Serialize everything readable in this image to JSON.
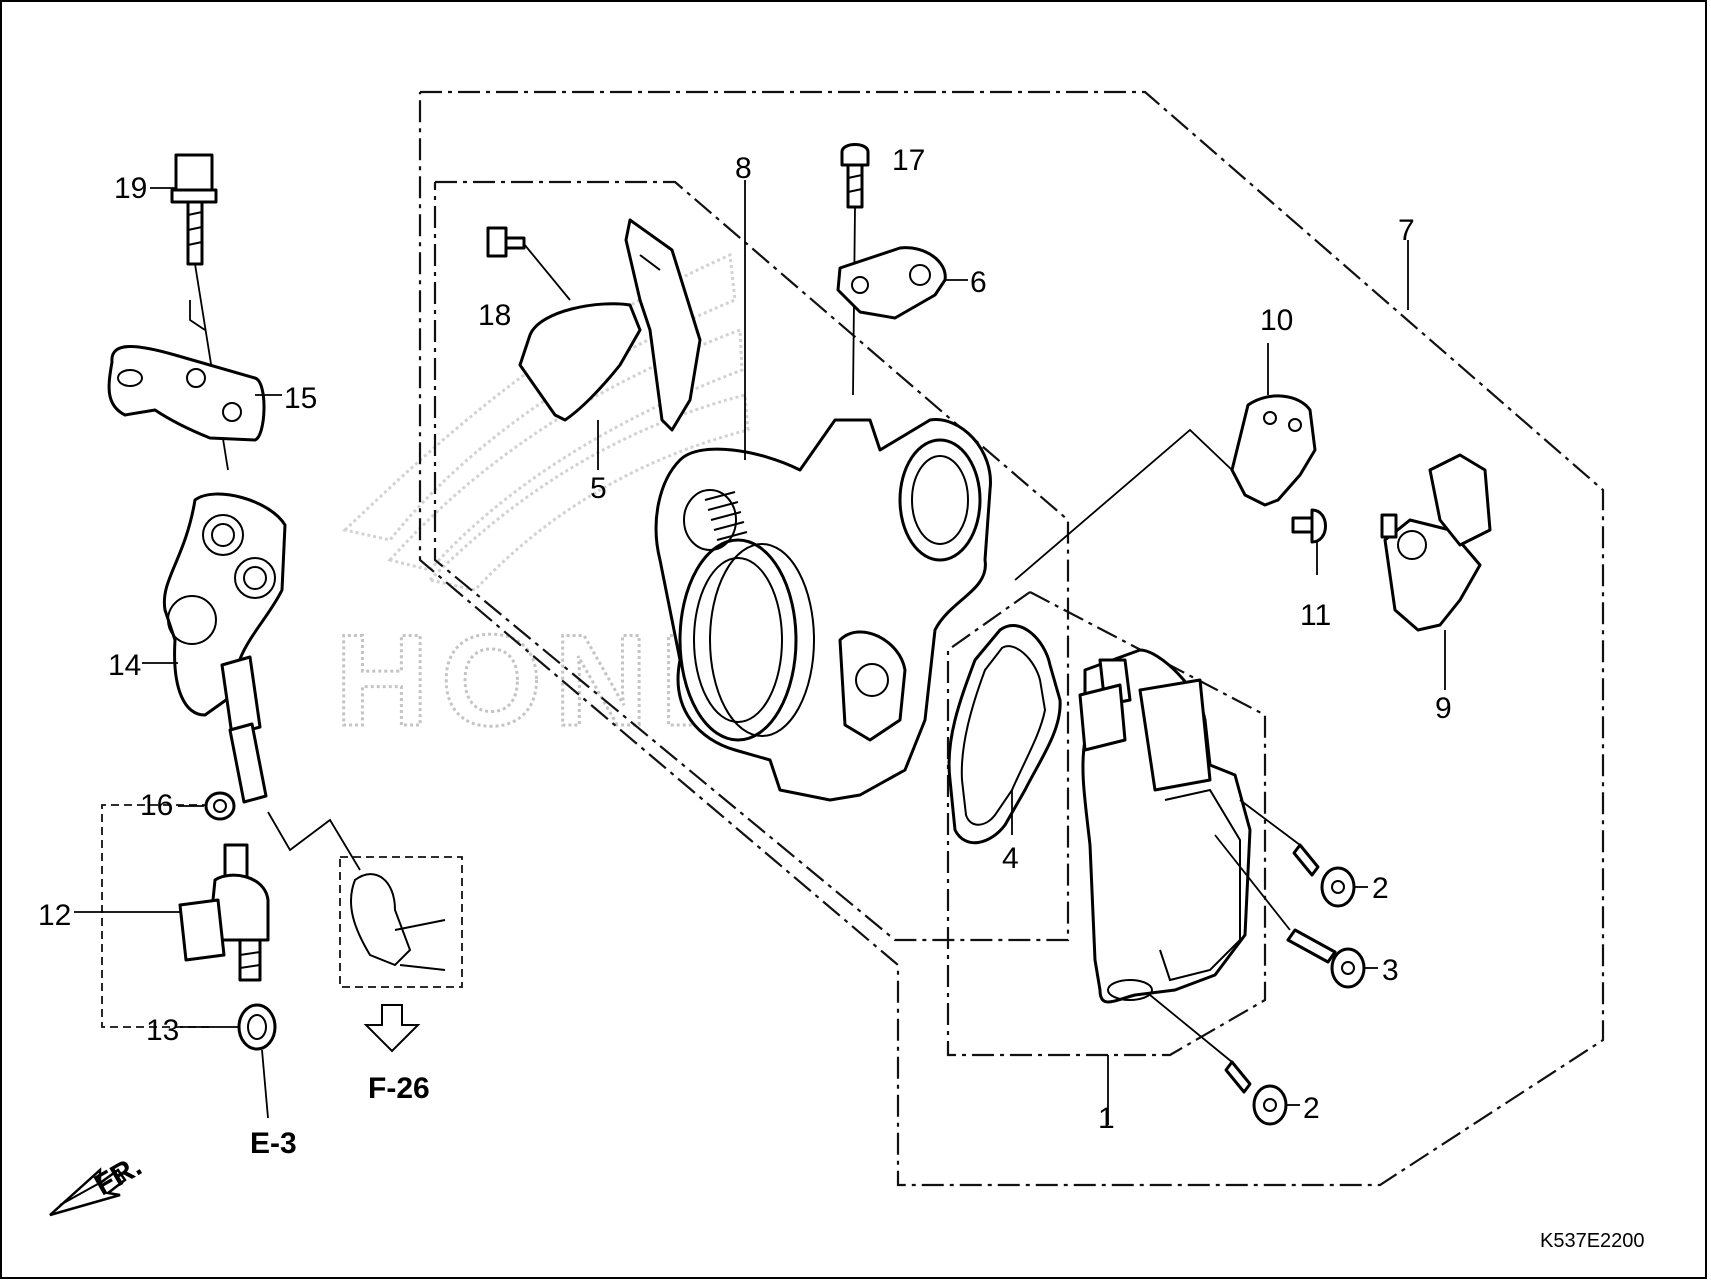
{
  "diagram": {
    "callouts": [
      "1",
      "2",
      "2",
      "3",
      "4",
      "5",
      "6",
      "7",
      "8",
      "9",
      "10",
      "11",
      "12",
      "13",
      "14",
      "15",
      "16",
      "17",
      "18",
      "19"
    ],
    "references": {
      "f26": "F-26",
      "e3": "E-3"
    },
    "direction_label": "FR.",
    "diagram_code": "K537E2200",
    "watermark": "HONDA",
    "icons": [
      "honda-wing-watermark",
      "front-direction-arrow",
      "down-arrow"
    ]
  }
}
